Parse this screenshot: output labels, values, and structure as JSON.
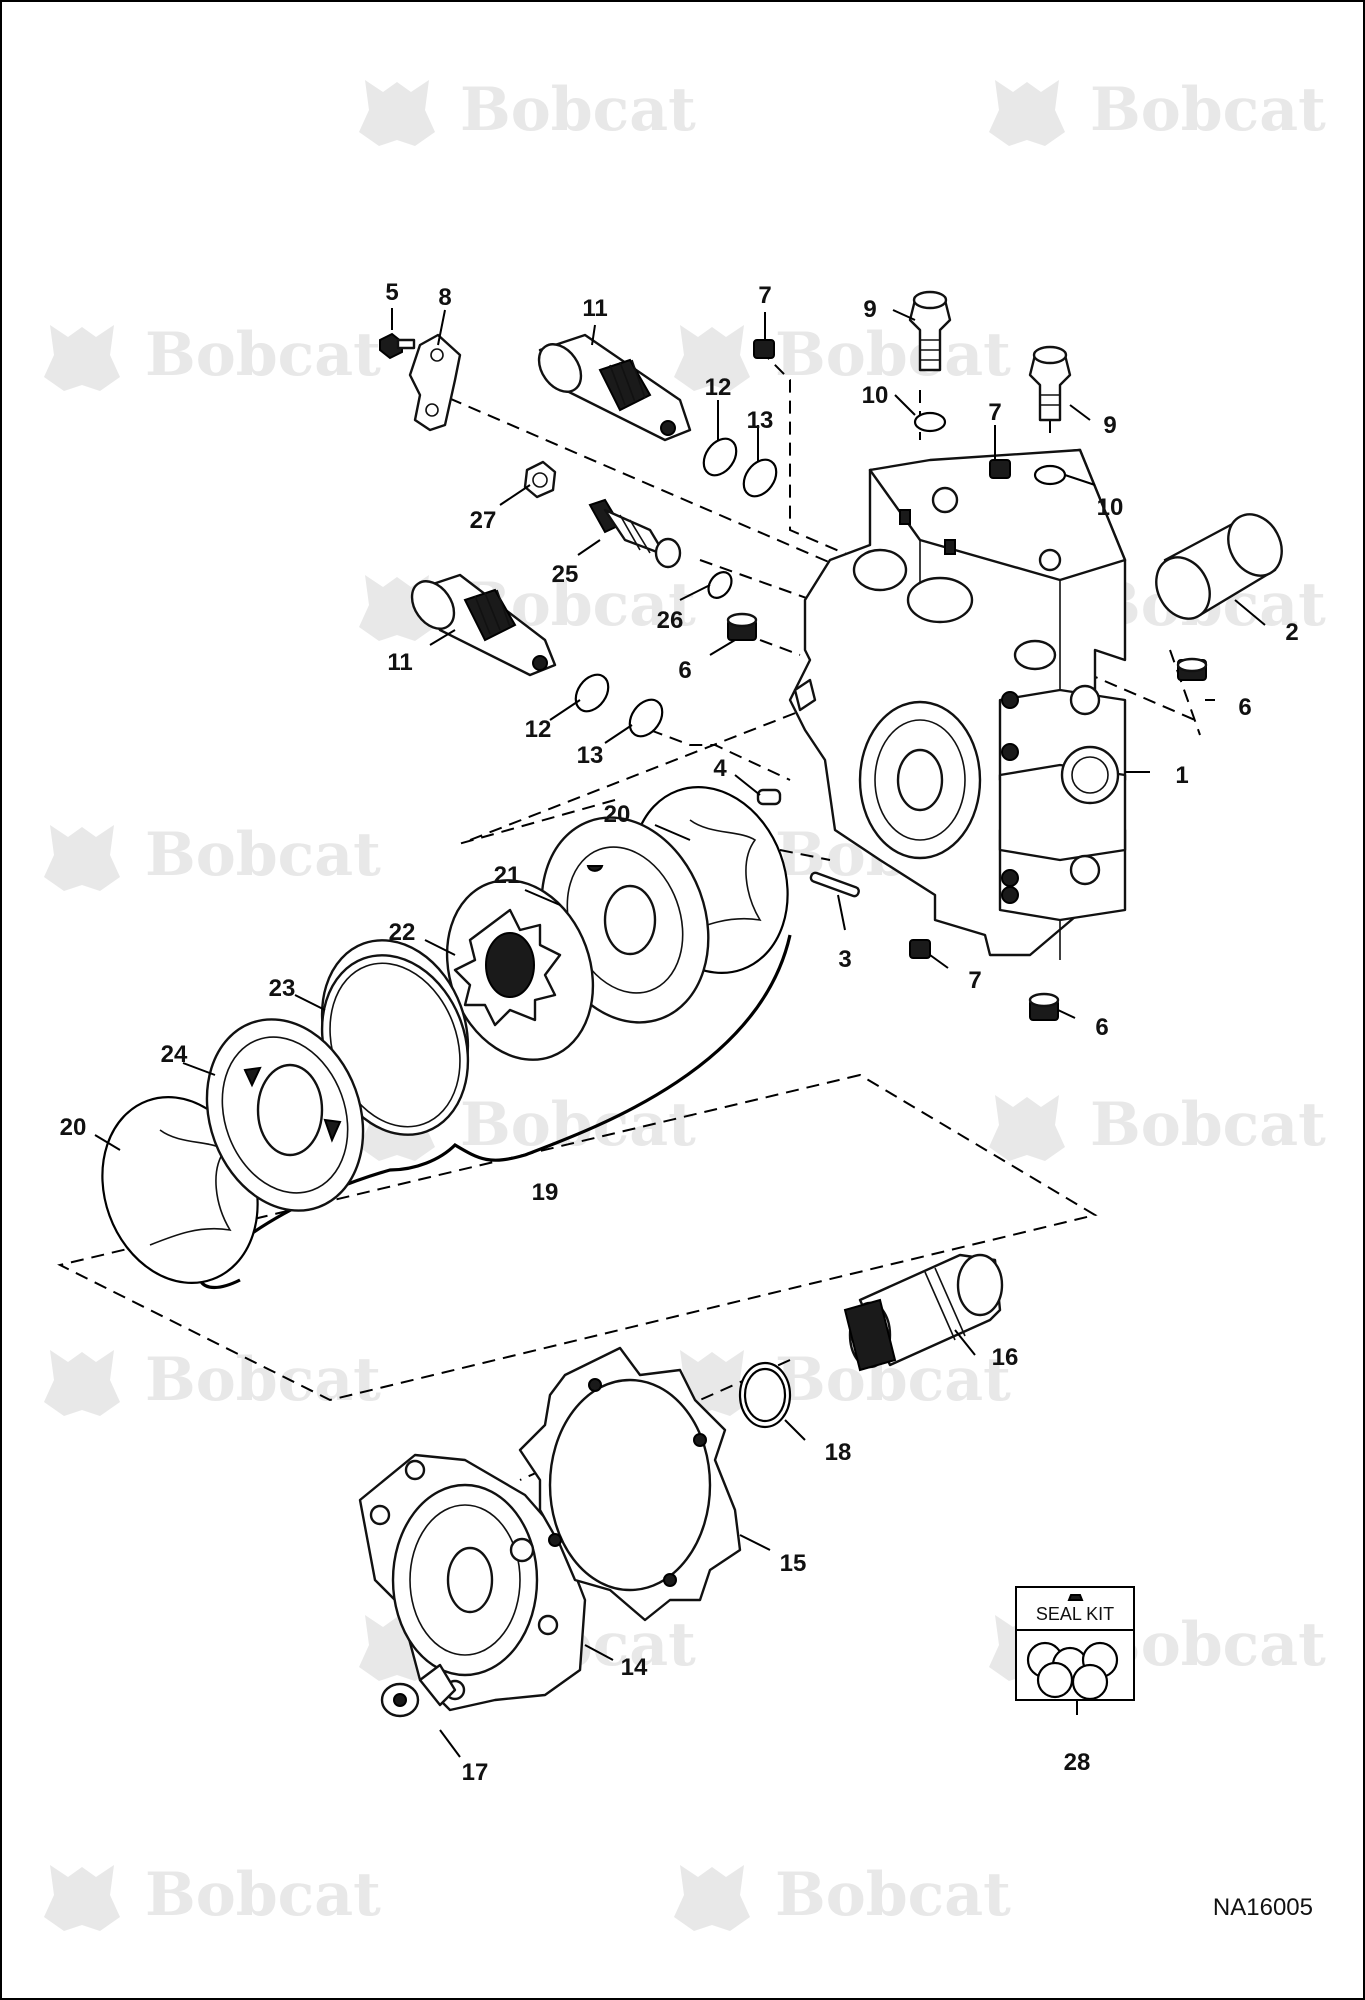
{
  "figure_id": "NA16005",
  "watermark": {
    "brand": "Bobcat",
    "color": "#e8e8e8",
    "count": 16
  },
  "seal_kit": {
    "label": "SEAL KIT",
    "callout": "28"
  },
  "callouts": [
    "1",
    "2",
    "3",
    "4",
    "5",
    "6",
    "6",
    "6",
    "7",
    "7",
    "7",
    "8",
    "9",
    "9",
    "10",
    "10",
    "11",
    "11",
    "12",
    "12",
    "13",
    "13",
    "14",
    "15",
    "16",
    "17",
    "18",
    "19",
    "20",
    "20",
    "21",
    "22",
    "23",
    "24",
    "25",
    "26",
    "27",
    "28"
  ],
  "parts": [
    {
      "no": "1",
      "depicts": "valve-body"
    },
    {
      "no": "2",
      "depicts": "sleeve"
    },
    {
      "no": "3",
      "depicts": "pin"
    },
    {
      "no": "4",
      "depicts": "dowel"
    },
    {
      "no": "5",
      "depicts": "bolt"
    },
    {
      "no": "6",
      "depicts": "plug"
    },
    {
      "no": "7",
      "depicts": "plug"
    },
    {
      "no": "8",
      "depicts": "bracket"
    },
    {
      "no": "9",
      "depicts": "plug"
    },
    {
      "no": "10",
      "depicts": "o-ring"
    },
    {
      "no": "11",
      "depicts": "cartridge-valve"
    },
    {
      "no": "12",
      "depicts": "o-ring"
    },
    {
      "no": "13",
      "depicts": "o-ring"
    },
    {
      "no": "14",
      "depicts": "flange-cover"
    },
    {
      "no": "15",
      "depicts": "gasket"
    },
    {
      "no": "16",
      "depicts": "coupler"
    },
    {
      "no": "17",
      "depicts": "bolt"
    },
    {
      "no": "18",
      "depicts": "snap-ring"
    },
    {
      "no": "19",
      "depicts": "gerotor-group"
    },
    {
      "no": "20",
      "depicts": "seal-ring"
    },
    {
      "no": "21",
      "depicts": "plate"
    },
    {
      "no": "22",
      "depicts": "gerotor"
    },
    {
      "no": "23",
      "depicts": "ring"
    },
    {
      "no": "24",
      "depicts": "plate"
    },
    {
      "no": "25",
      "depicts": "adjusting-screw"
    },
    {
      "no": "26",
      "depicts": "o-ring"
    },
    {
      "no": "27",
      "depicts": "nut"
    },
    {
      "no": "28",
      "depicts": "seal-kit"
    }
  ]
}
